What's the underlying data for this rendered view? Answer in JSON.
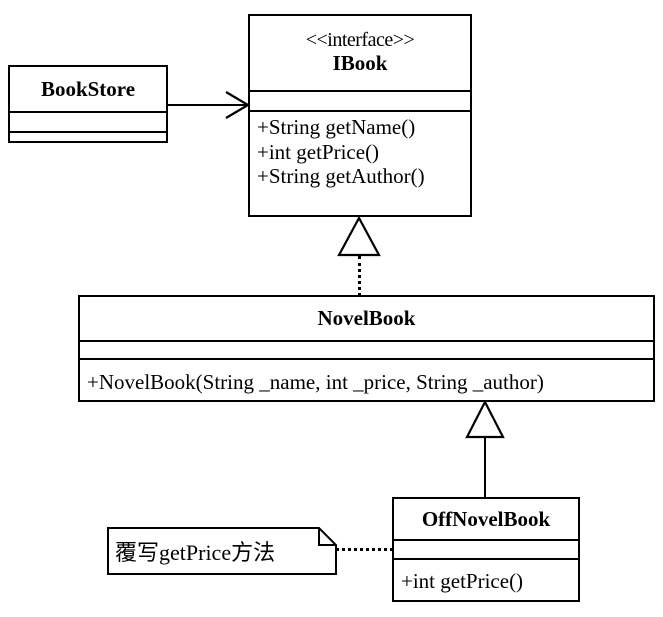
{
  "diagram": {
    "type": "uml-class-diagram",
    "title": "",
    "background_color": "#ffffff",
    "line_color": "#000000"
  },
  "classes": [
    {
      "id": "bookstore",
      "name": "BookStore",
      "stereotype": "",
      "attributes": [],
      "methods": [],
      "empty_compartments": 2
    },
    {
      "id": "ibook",
      "name": "IBook",
      "stereotype": "<<interface>>",
      "attributes": [],
      "methods": [
        "+String getName()",
        "+int getPrice()",
        "+String getAuthor()"
      ],
      "empty_compartments": 1
    },
    {
      "id": "novelbook",
      "name": "NovelBook",
      "stereotype": "",
      "attributes": [],
      "methods": [
        "+NovelBook(String _name, int _price, String _author)"
      ],
      "empty_compartments": 1
    },
    {
      "id": "offnovelbook",
      "name": "OffNovelBook",
      "stereotype": "",
      "attributes": [],
      "methods": [
        "+int getPrice()"
      ],
      "empty_compartments": 1
    }
  ],
  "relationships": [
    {
      "id": "assoc-bookstore-ibook",
      "kind": "association",
      "from": "bookstore",
      "to": "ibook",
      "line_style": "solid",
      "head": "open-arrow",
      "label": ""
    },
    {
      "id": "realize-novelbook-ibook",
      "kind": "realization",
      "from": "novelbook",
      "to": "ibook",
      "line_style": "dotted",
      "head": "hollow-triangle",
      "label": ""
    },
    {
      "id": "generalize-offnovelbook-novelbook",
      "kind": "generalization",
      "from": "offnovelbook",
      "to": "novelbook",
      "line_style": "solid",
      "head": "hollow-triangle",
      "label": ""
    },
    {
      "id": "note-link-offnovelbook",
      "kind": "note-anchor",
      "from": "note-override-getprice",
      "to": "offnovelbook",
      "line_style": "dotted",
      "head": "none",
      "label": ""
    }
  ],
  "notes": [
    {
      "id": "note-override-getprice",
      "text": "覆写getPrice方法"
    }
  ]
}
